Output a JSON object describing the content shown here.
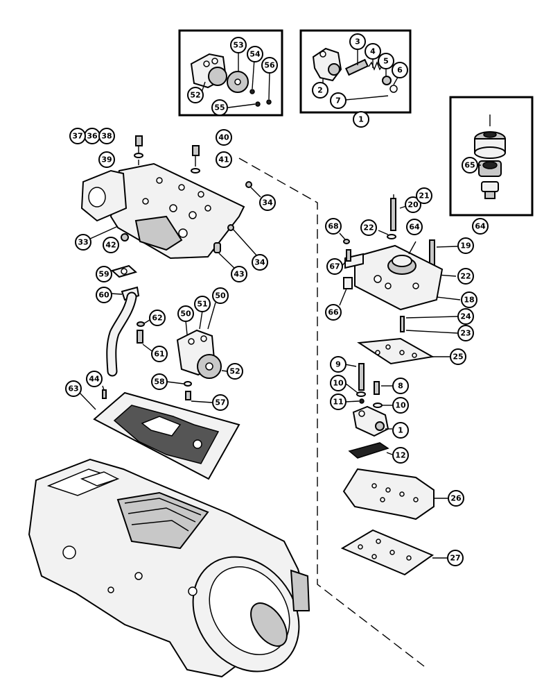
{
  "callouts": {
    "c1a": "1",
    "c1b": "1",
    "c2": "2",
    "c3": "3",
    "c4": "4",
    "c5": "5",
    "c6": "6",
    "c7": "7",
    "c8": "8",
    "c9": "9",
    "c10a": "10",
    "c10b": "10",
    "c11": "11",
    "c12": "12",
    "c18": "18",
    "c19": "19",
    "c20": "20",
    "c21": "21",
    "c22a": "22",
    "c22b": "22",
    "c23": "23",
    "c24": "24",
    "c25": "25",
    "c26": "26",
    "c27": "27",
    "c33": "33",
    "c34a": "34",
    "c34b": "34",
    "c36": "36",
    "c37": "37",
    "c38": "38",
    "c39": "39",
    "c40": "40",
    "c41": "41",
    "c42": "42",
    "c43": "43",
    "c44": "44",
    "c50a": "50",
    "c50b": "50",
    "c51": "51",
    "c52a": "52",
    "c52b": "52",
    "c53": "53",
    "c54": "54",
    "c55": "55",
    "c56": "56",
    "c57": "57",
    "c58": "58",
    "c59": "59",
    "c60": "60",
    "c61": "61",
    "c62": "62",
    "c63": "63",
    "c64a": "64",
    "c64b": "64",
    "c65": "65",
    "c66": "66",
    "c67": "67",
    "c68": "68"
  }
}
